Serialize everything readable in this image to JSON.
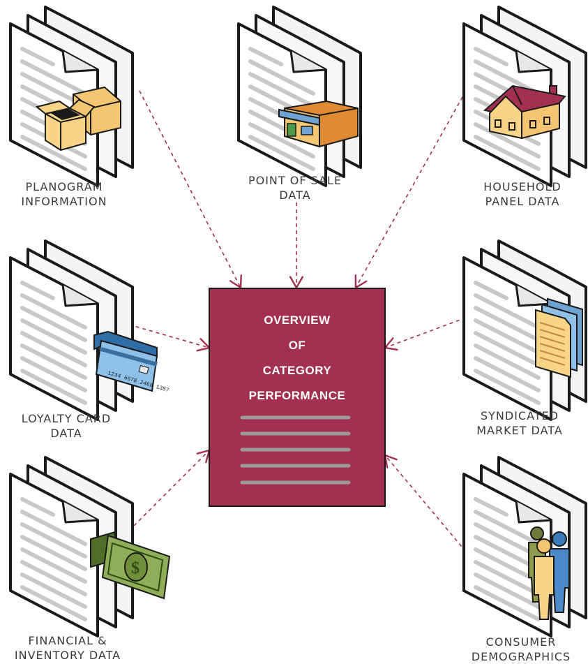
{
  "center": {
    "title_lines": [
      "OVERVIEW",
      "OF",
      "CATEGORY",
      "PERFORMANCE"
    ],
    "color": "#a3304f"
  },
  "sources": {
    "planogram": {
      "line1": "PLANOGRAM",
      "line2": "INFORMATION",
      "icon": "open-box-icon"
    },
    "pos": {
      "line1": "POINT OF SALE",
      "line2": "DATA",
      "icon": "store-icon"
    },
    "household": {
      "line1": "HOUSEHOLD",
      "line2": "PANEL DATA",
      "icon": "house-icon"
    },
    "loyalty": {
      "line1": "LOYALTY CARD",
      "line2": "DATA",
      "icon": "credit-card-icon",
      "card_number": "1234 5678 2468 1357"
    },
    "syndicated": {
      "line1": "SYNDICATED",
      "line2": "MARKET DATA",
      "icon": "stacked-pages-icon"
    },
    "financial": {
      "line1": "FINANCIAL &",
      "line2": "INVENTORY DATA",
      "icon": "dollar-bill-icon"
    },
    "demographics": {
      "line1": "CONSUMER",
      "line2": "DEMOGRAPHICS",
      "icon": "people-icon"
    }
  },
  "colors": {
    "arrow": "#a3304f",
    "doc_fill": "#ffffff",
    "doc_stroke": "#1a1a1a",
    "doc_lines": "#c8c8c8"
  }
}
